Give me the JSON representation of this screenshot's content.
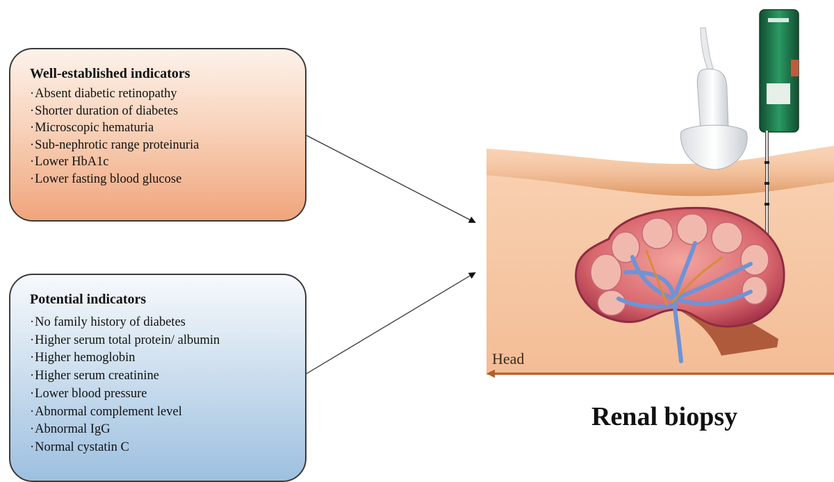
{
  "established": {
    "title": "Well-established indicators",
    "items": [
      "Absent diabetic retinopathy",
      "Shorter duration of diabetes",
      "Microscopic hematuria",
      "Sub-nephrotic range proteinuria",
      "Lower HbA1c",
      "Lower fasting blood glucose"
    ]
  },
  "potential": {
    "title": "Potential indicators",
    "items": [
      "No family history of diabetes",
      "Higher serum total protein/ albumin",
      "Higher hemoglobin",
      "Higher serum creatinine",
      "Lower blood pressure",
      "Abnormal complement level",
      "Abnormal IgG",
      "Normal cystatin C"
    ]
  },
  "illustration": {
    "direction_label": "Head",
    "caption": "Renal biopsy"
  },
  "colors": {
    "established_box": "#f4b894",
    "potential_box": "#b7d1e8",
    "skin": "#f5c9a6",
    "needle_device": "#1f7a4c",
    "direction_arrow": "#b0602c"
  }
}
